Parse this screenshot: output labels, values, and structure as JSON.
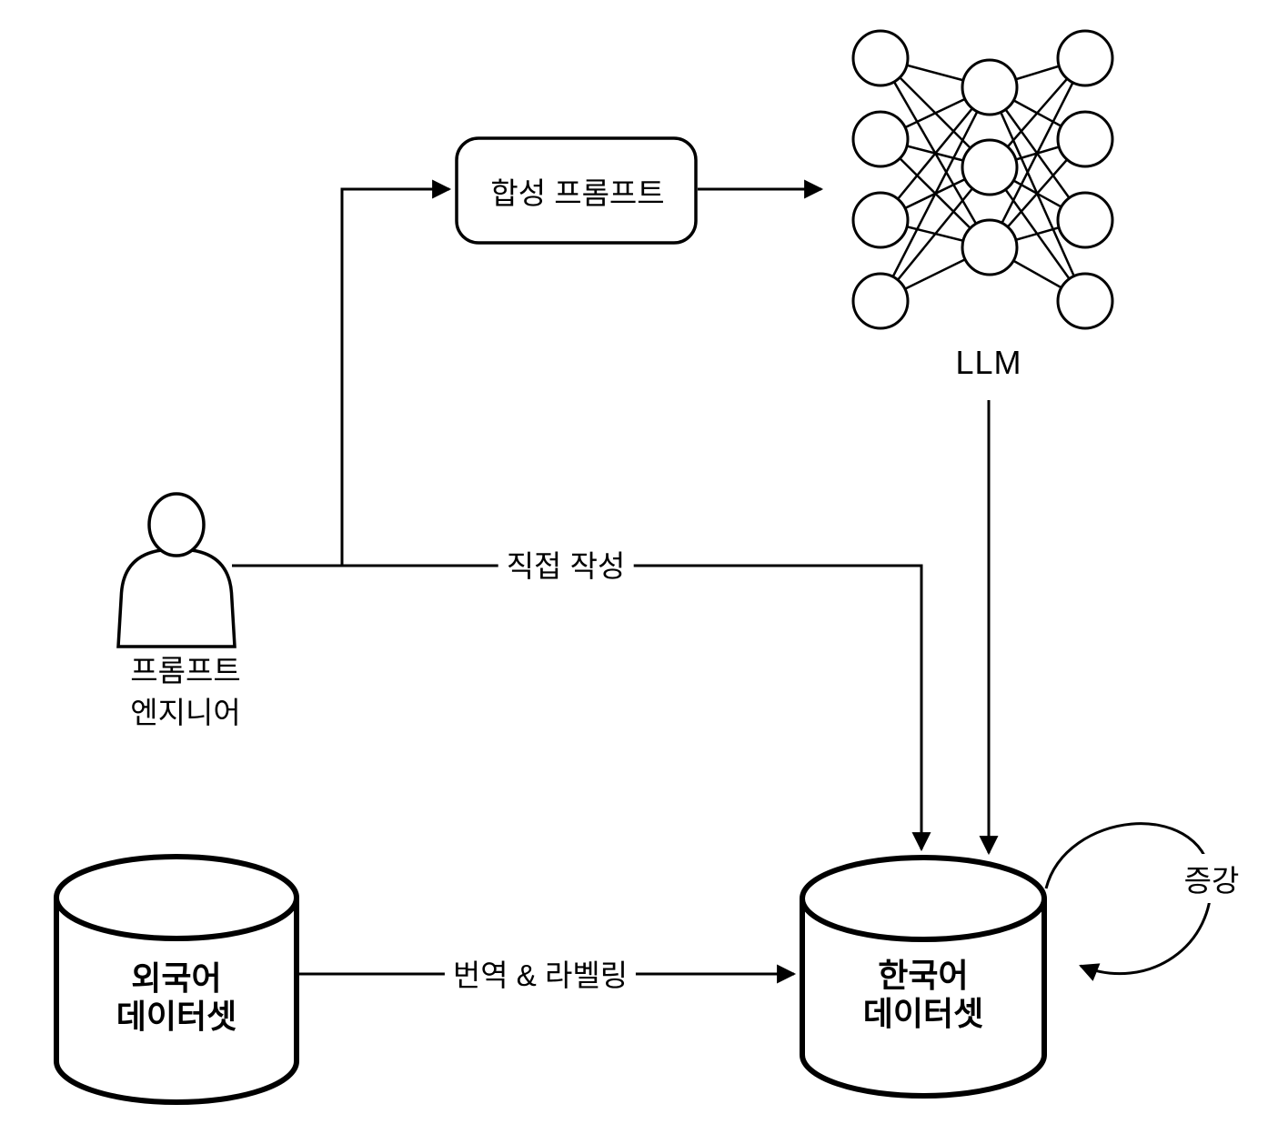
{
  "diagram": {
    "person": {
      "line1": "프롬프트",
      "line2": "엔지니어"
    },
    "synthetic_prompt": {
      "label": "합성 프롬프트"
    },
    "llm": {
      "label": "LLM",
      "layers": [
        4,
        3,
        4
      ]
    },
    "foreign_dataset": {
      "line1": "외국어",
      "line2": "데이터셋"
    },
    "korean_dataset": {
      "line1": "한국어",
      "line2": "데이터셋"
    },
    "edges": {
      "direct_write": "직접 작성",
      "translation_labeling": "번역 & 라벨링",
      "augmentation": "증강"
    },
    "colors": {
      "stroke": "#000000",
      "background": "#ffffff"
    }
  }
}
